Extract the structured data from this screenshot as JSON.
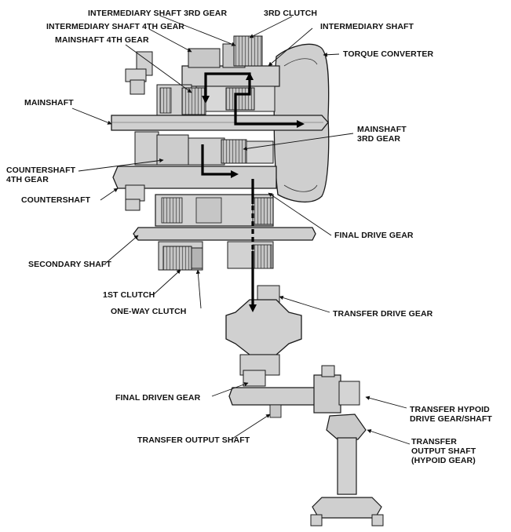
{
  "labels": {
    "intermediary_shaft_3rd_gear": "INTERMEDIARY SHAFT 3RD GEAR",
    "clutch_3rd": "3RD CLUTCH",
    "intermediary_shaft_4th_gear": "INTERMEDIARY SHAFT 4TH GEAR",
    "intermediary_shaft": "INTERMEDIARY SHAFT",
    "mainshaft_4th_gear": "MAINSHAFT 4TH GEAR",
    "torque_converter": "TORQUE CONVERTER",
    "mainshaft": "MAINSHAFT",
    "mainshaft_3rd_gear_line1": "MAINSHAFT",
    "mainshaft_3rd_gear_line2": "3RD GEAR",
    "countershaft_4th_gear_line1": "COUNTERSHAFT",
    "countershaft_4th_gear_line2": "4TH  GEAR",
    "countershaft": "COUNTERSHAFT",
    "final_drive_gear": "FINAL DRIVE GEAR",
    "secondary_shaft": "SECONDARY SHAFT",
    "clutch_1st": "1ST CLUTCH",
    "one_way_clutch": "ONE-WAY CLUTCH",
    "transfer_drive_gear": "TRANSFER DRIVE GEAR",
    "final_driven_gear": "FINAL DRIVEN GEAR",
    "transfer_hypoid_drive_line1": "TRANSFER HYPOID",
    "transfer_hypoid_drive_line2": "DRIVE GEAR/SHAFT",
    "transfer_output_shaft": "TRANSFER OUTPUT SHAFT",
    "transfer_output_hypoid_line1": "TRANSFER",
    "transfer_output_hypoid_line2": "OUTPUT SHAFT",
    "transfer_output_hypoid_line3": "(HYPOID GEAR)"
  },
  "colors": {
    "part_fill": "#d2d2d2",
    "part_dark": "#a8a8a8",
    "outline": "#1a1a1a",
    "power_flow": "#000000"
  }
}
